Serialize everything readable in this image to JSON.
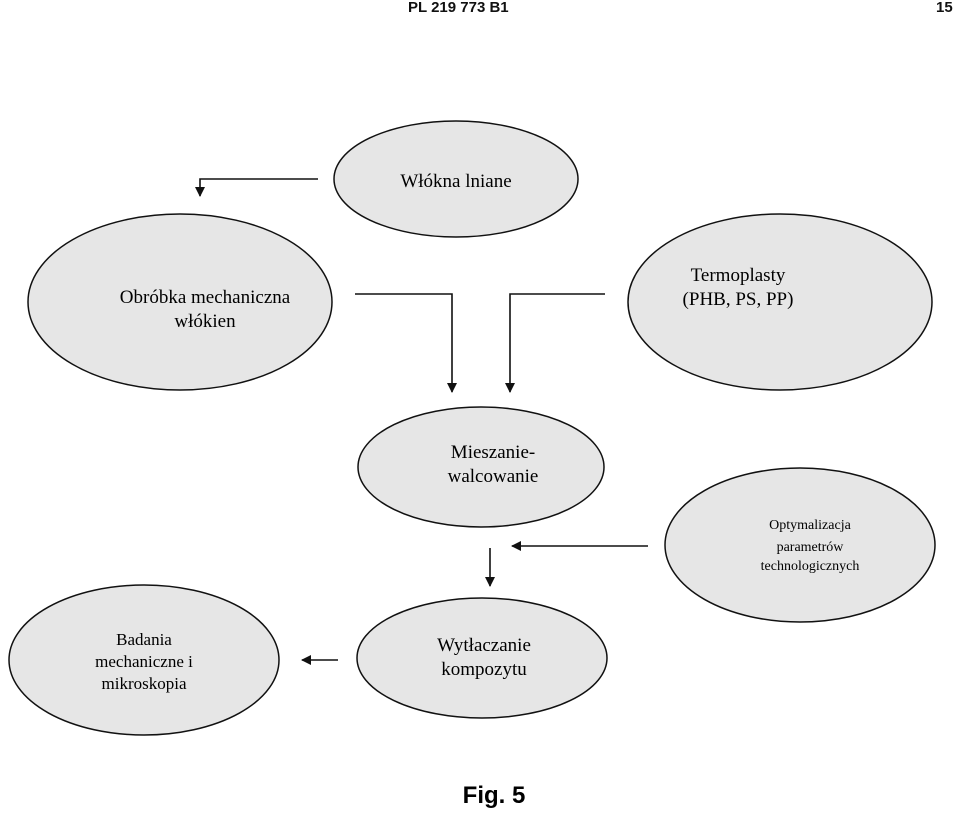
{
  "header": {
    "doc_number": "PL 219 773 B1",
    "page_number": "15"
  },
  "nodes": {
    "wlokna": {
      "lines": [
        "Włókna lniane"
      ]
    },
    "obrobka": {
      "lines": [
        "Obróbka mechaniczna",
        "włókien"
      ]
    },
    "termoplasty": {
      "lines": [
        "Termoplasty",
        "(PHB, PS, PP)"
      ]
    },
    "mieszanie": {
      "lines": [
        "Mieszanie-",
        "walcowanie"
      ]
    },
    "optymalizacja": {
      "lines": [
        "Optymalizacja",
        "parametrów",
        "technologicznych"
      ]
    },
    "wytlaczanie": {
      "lines": [
        "Wytłaczanie",
        "kompozytu"
      ]
    },
    "badania": {
      "lines": [
        "Badania",
        "mechaniczne i",
        "mikroskopia"
      ]
    }
  },
  "colors": {
    "node_fill": "#e6e6e6",
    "stroke": "#111111"
  },
  "caption": "Fig. 5"
}
